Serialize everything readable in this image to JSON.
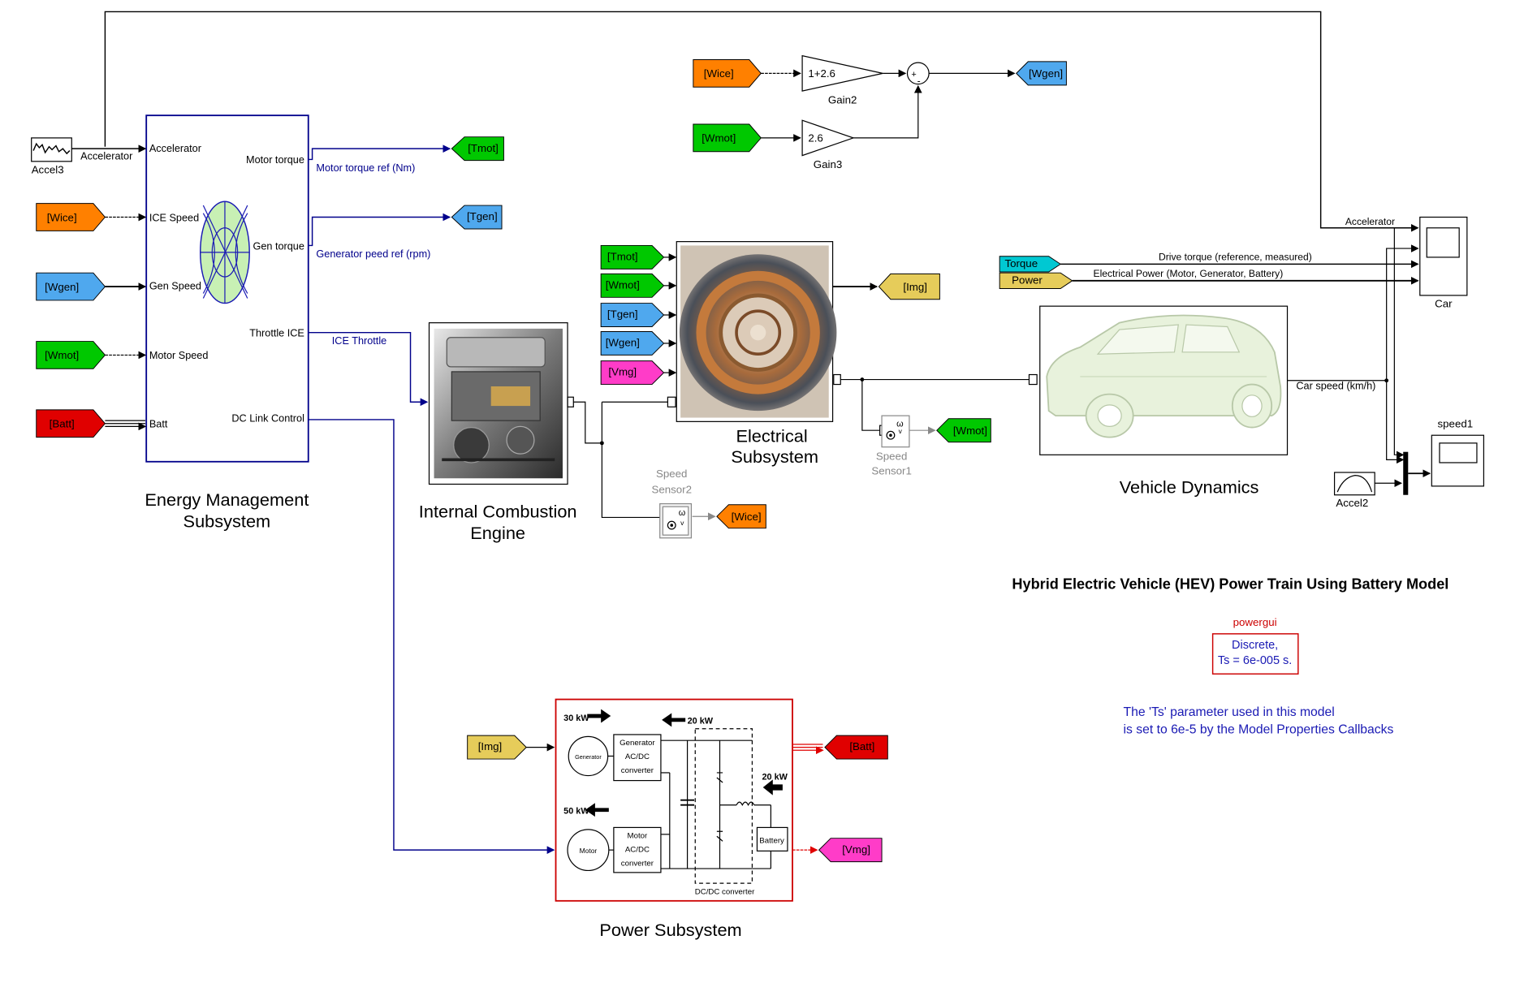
{
  "colors": {
    "orange": "#ff8000",
    "green": "#00c800",
    "blue": "#4fa8ee",
    "red": "#e00000",
    "cyan": "#00c8d2",
    "yellow": "#e6cc5a",
    "magenta": "#ff3cc8",
    "line_blue": "#00008b",
    "line_dark": "#000000",
    "powergui_red": "#cc0000",
    "note_blue": "#1a1ab4"
  },
  "energy_mgmt": {
    "title_l1": "Energy Management",
    "title_l2": "Subsystem",
    "in_accelerator": "Accelerator",
    "in_ice_speed": "ICE Speed",
    "in_gen_speed": "Gen Speed",
    "in_motor_speed": "Motor Speed",
    "in_batt": "Batt",
    "out_motor_torque": "Motor torque",
    "out_gen_torque": "Gen torque",
    "out_throttle": "Throttle ICE",
    "out_dc_link": "DC Link Control"
  },
  "accel3": {
    "label": "Accel3",
    "line_label": "Accelerator"
  },
  "tags": {
    "wice": "[Wice]",
    "wgen": "[Wgen]",
    "wmot": "[Wmot]",
    "batt": "[Batt]",
    "tmot": "[Tmot]",
    "tgen": "[Tgen]",
    "img": "[Img]",
    "vmg": "[Vmg]",
    "torque": "Torque",
    "power": "Power"
  },
  "signals": {
    "motor_torque_ref": "Motor torque ref (Nm)",
    "gen_speed_ref": "Generator peed ref (rpm)",
    "ice_throttle": "ICE Throttle",
    "drive_torque": "Drive torque (reference, measured)",
    "electrical_power": "Electrical Power (Motor, Generator, Battery)",
    "car_speed": "Car speed (km/h)",
    "accelerator": "Accelerator"
  },
  "gains": {
    "gain2_value": "1+2.6",
    "gain2_label": "Gain2",
    "gain3_value": "2.6",
    "gain3_label": "Gain3"
  },
  "ice": {
    "title_l1": "Internal Combustion",
    "title_l2": "Engine"
  },
  "electrical": {
    "title_l1": "Electrical",
    "title_l2": "Subsystem"
  },
  "vehicle": {
    "title": "Vehicle Dynamics"
  },
  "power": {
    "title": "Power Subsystem",
    "kw30": "30 kW",
    "kw20a": "20 kW",
    "kw20b": "20 kW",
    "kw50": "50 kW",
    "generator": "Generator",
    "gen_conv_l1": "Generator",
    "gen_conv_l2": "AC/DC",
    "gen_conv_l3": "converter",
    "motor": "Motor",
    "mot_conv_l1": "Motor",
    "mot_conv_l2": "AC/DC",
    "mot_conv_l3": "converter",
    "battery": "Battery",
    "dcdc": "DC/DC converter"
  },
  "sensors": {
    "sensor1_l1": "Speed",
    "sensor1_l2": "Sensor1",
    "sensor2_l1": "Speed",
    "sensor2_l2": "Sensor2",
    "omega": "ω"
  },
  "scopes": {
    "car": "Car",
    "speed1": "speed1",
    "accel2": "Accel2"
  },
  "diagram_title": "Hybrid Electric Vehicle (HEV) Power Train Using Battery Model",
  "powergui": {
    "label": "powergui",
    "line1": "Discrete,",
    "line2": "Ts = 6e-005 s."
  },
  "note": {
    "line1": "The 'Ts' parameter used in this model",
    "line2": "is set to 6e-5  by the Model Properties Callbacks"
  }
}
